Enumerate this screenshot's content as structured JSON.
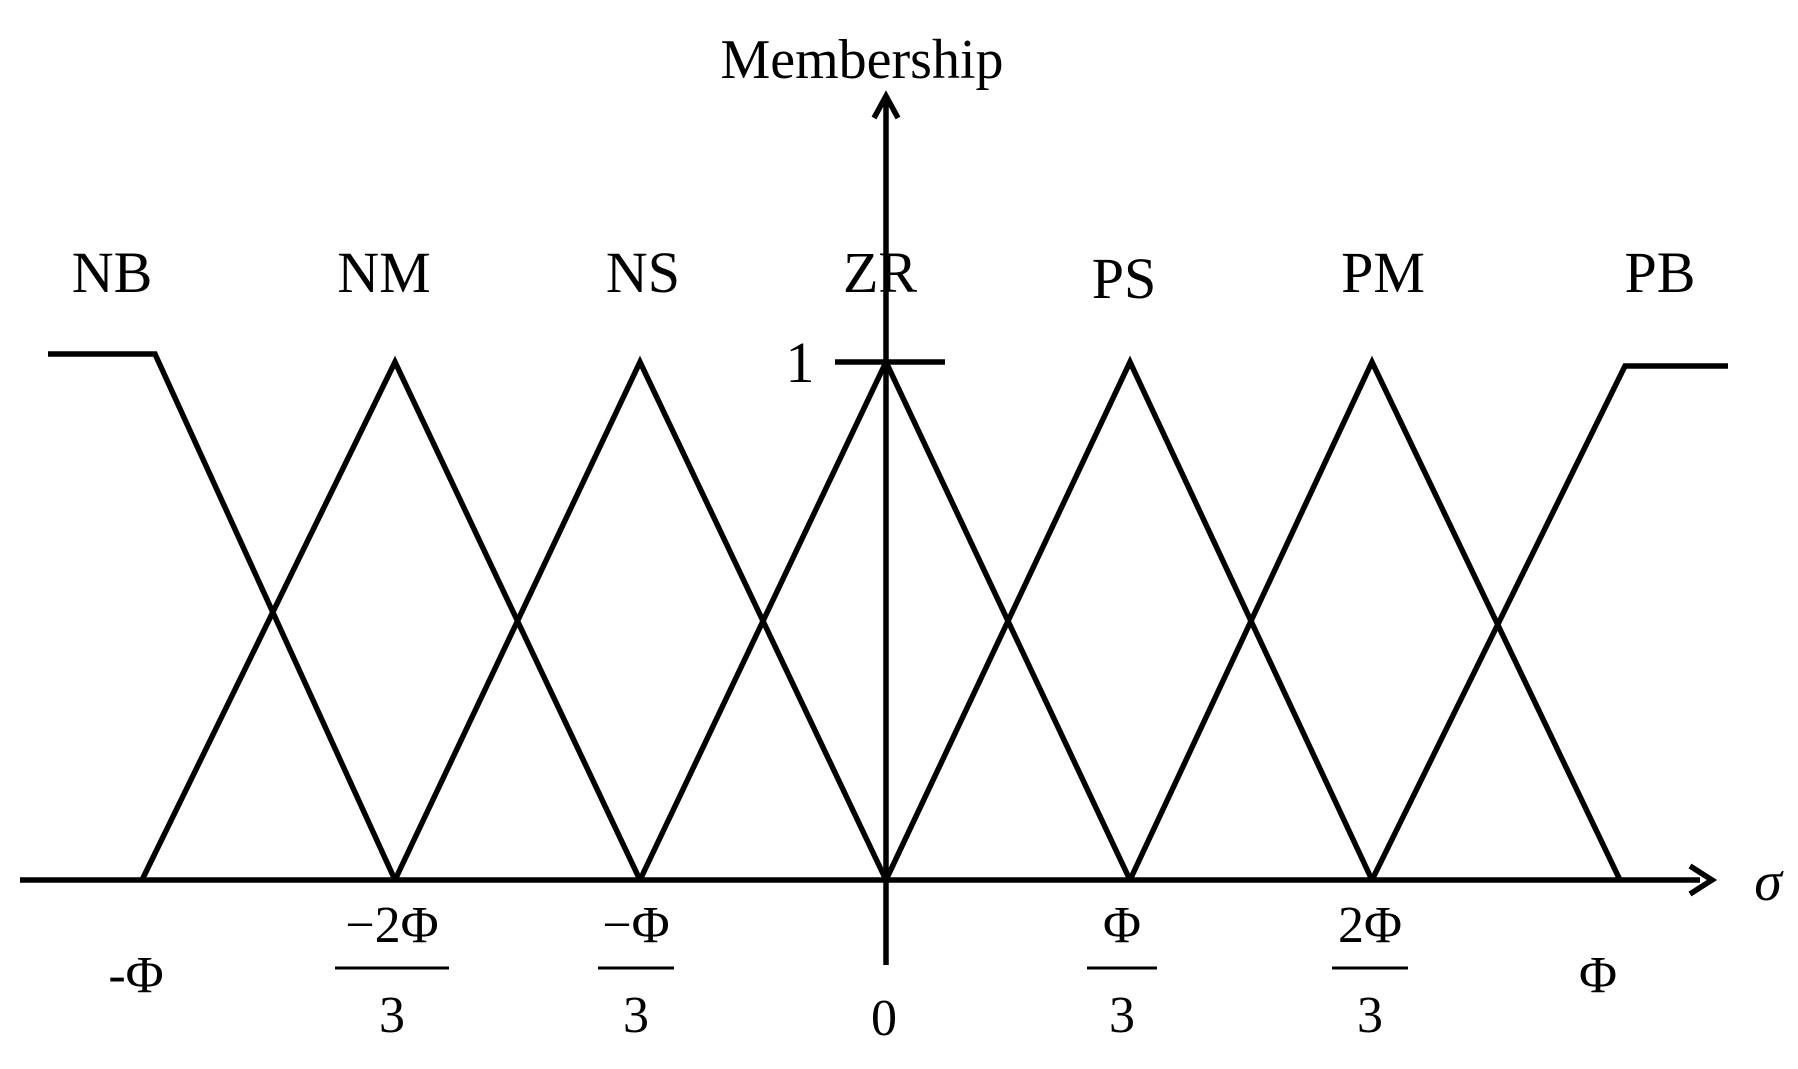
{
  "diagram": {
    "y_axis_label": "Membership",
    "x_axis_label": "σ",
    "y_tick_label": "1",
    "sets": [
      {
        "name": "NB",
        "shape": "left-shoulder",
        "center": -3
      },
      {
        "name": "NM",
        "shape": "triangle",
        "center": -2
      },
      {
        "name": "NS",
        "shape": "triangle",
        "center": -1
      },
      {
        "name": "ZR",
        "shape": "triangle",
        "center": 0
      },
      {
        "name": "PS",
        "shape": "triangle",
        "center": 1
      },
      {
        "name": "PM",
        "shape": "triangle",
        "center": 2
      },
      {
        "name": "PB",
        "shape": "right-shoulder",
        "center": 3
      }
    ],
    "x_ticks": [
      {
        "kind": "plain",
        "text": "-Φ",
        "value": -3
      },
      {
        "kind": "fraction",
        "num": "−2Φ",
        "den": "3",
        "value": -2
      },
      {
        "kind": "fraction",
        "num": "−Φ",
        "den": "3",
        "value": -1
      },
      {
        "kind": "plain",
        "text": "0",
        "value": 0
      },
      {
        "kind": "fraction",
        "num": "Φ",
        "den": "3",
        "value": 1
      },
      {
        "kind": "fraction",
        "num": "2Φ",
        "den": "3",
        "value": 2
      },
      {
        "kind": "plain",
        "text": "Φ",
        "value": 3
      }
    ]
  }
}
